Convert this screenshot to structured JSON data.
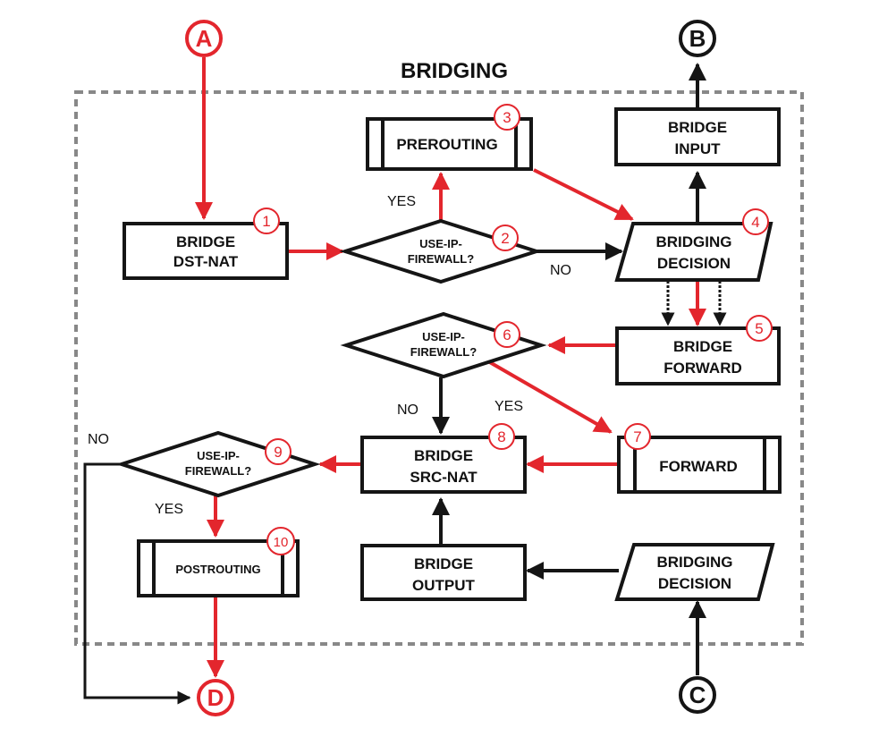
{
  "title": "BRIDGING",
  "colors": {
    "red": "#e3262d",
    "black": "#151515",
    "border": "#888888"
  },
  "terminals": [
    {
      "id": "A",
      "label": "A",
      "color": "red"
    },
    {
      "id": "B",
      "label": "B",
      "color": "black"
    },
    {
      "id": "C",
      "label": "C",
      "color": "black"
    },
    {
      "id": "D",
      "label": "D",
      "color": "red"
    }
  ],
  "nodes": [
    {
      "id": "dstnat",
      "lines": [
        "BRIDGE",
        "DST-NAT"
      ],
      "badge": "1"
    },
    {
      "id": "ipfw1",
      "lines": [
        "USE-IP-",
        "FIREWALL?"
      ],
      "badge": "2"
    },
    {
      "id": "prerouting",
      "lines": [
        "PREROUTING"
      ],
      "badge": "3"
    },
    {
      "id": "decision1",
      "lines": [
        "BRIDGING",
        "DECISION"
      ],
      "badge": "4"
    },
    {
      "id": "input",
      "lines": [
        "BRIDGE",
        "INPUT"
      ],
      "badge": ""
    },
    {
      "id": "bforward",
      "lines": [
        "BRIDGE",
        "FORWARD"
      ],
      "badge": "5"
    },
    {
      "id": "ipfw2",
      "lines": [
        "USE-IP-",
        "FIREWALL?"
      ],
      "badge": "6"
    },
    {
      "id": "forward",
      "lines": [
        "FORWARD"
      ],
      "badge": "7"
    },
    {
      "id": "srcnat",
      "lines": [
        "BRIDGE",
        "SRC-NAT"
      ],
      "badge": "8"
    },
    {
      "id": "ipfw3",
      "lines": [
        "USE-IP-",
        "FIREWALL?"
      ],
      "badge": "9"
    },
    {
      "id": "postrouting",
      "lines": [
        "POSTROUTING"
      ],
      "badge": "10"
    },
    {
      "id": "output",
      "lines": [
        "BRIDGE",
        "OUTPUT"
      ],
      "badge": ""
    },
    {
      "id": "decision2",
      "lines": [
        "BRIDGING",
        "DECISION"
      ],
      "badge": ""
    }
  ],
  "edge_labels": [
    {
      "id": "yes1",
      "text": "YES"
    },
    {
      "id": "no1",
      "text": "NO"
    },
    {
      "id": "no2",
      "text": "NO"
    },
    {
      "id": "yes2",
      "text": "YES"
    },
    {
      "id": "no3",
      "text": "NO"
    },
    {
      "id": "yes3",
      "text": "YES"
    }
  ]
}
